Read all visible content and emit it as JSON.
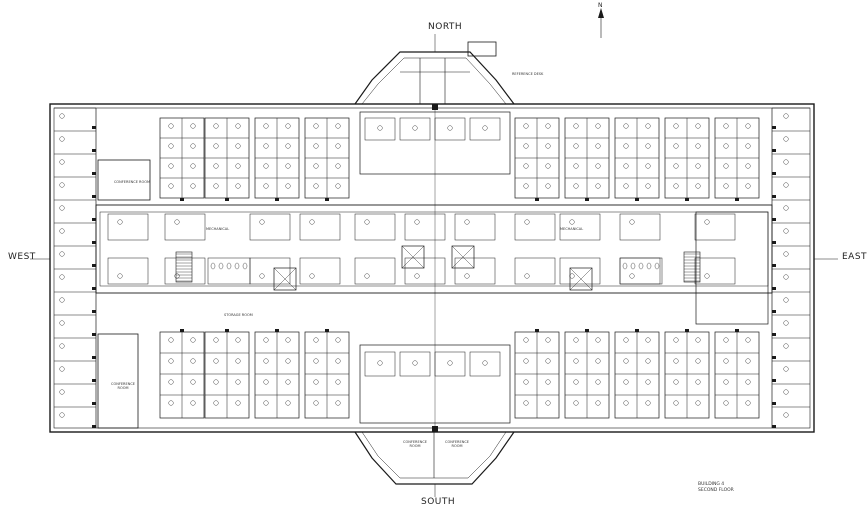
{
  "compass": {
    "north_arrow_letter": "N"
  },
  "directions": {
    "north": "NORTH",
    "south": "SOUTH",
    "east": "EAST",
    "west": "WEST"
  },
  "title_block": {
    "line1": "BUILDING 4",
    "line2": "SECOND FLOOR"
  },
  "room_labels": {
    "north_annex": "REFERENCE DESK",
    "west_conference": "CONFERENCE ROOM",
    "southwest_room": "CONFERENCE ROOM",
    "south_entry_left": "CONFERENCE ROOM",
    "south_entry_right": "CONFERENCE ROOM",
    "mechanical_left": "MECHANICAL",
    "mechanical_right": "MECHANICAL",
    "copy_room": "STORAGE ROOM"
  },
  "colors": {
    "line": "#1a1a1a",
    "background": "#ffffff"
  }
}
